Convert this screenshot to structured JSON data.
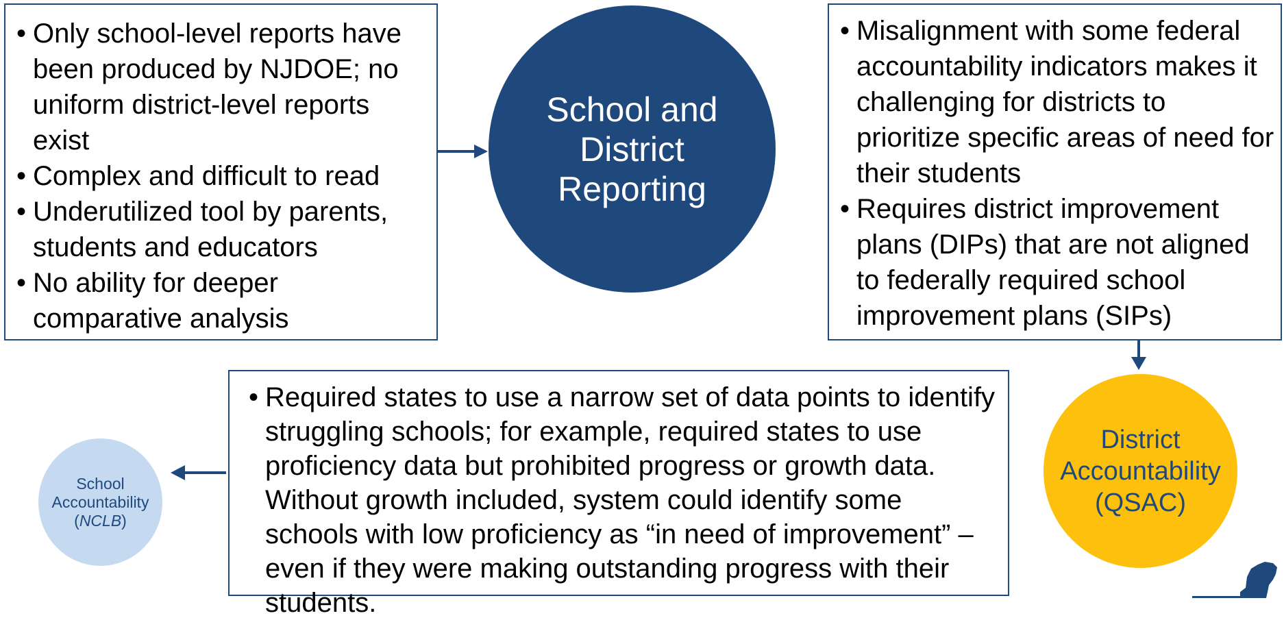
{
  "left_box": {
    "bullets": [
      "Only school-level reports have been produced by NJDOE; no uniform district-level reports exist",
      "Complex and difficult to read",
      "Underutilized tool by parents, students and educators",
      "No ability for deeper comparative analysis"
    ]
  },
  "right_box": {
    "bullets": [
      "Misalignment with some federal accountability indicators makes it challenging for districts to prioritize specific areas of need for their students",
      "Requires district improvement plans (DIPs) that are not aligned to federally required school improvement plans (SIPs)"
    ]
  },
  "bottom_box": {
    "bullets": [
      "Required states to use a narrow set of data points to identify struggling schools; for example, required states to use proficiency data but prohibited progress or growth data. Without growth included, system could identify some schools with low proficiency as “in need of improvement” – even if they were making outstanding progress with their students."
    ]
  },
  "circles": {
    "main": "School and District Reporting",
    "district": "District Accountability (QSAC)",
    "school": {
      "line1": "School",
      "line2": "Accountability",
      "paren_open": "(",
      "emphasis": "NCLB",
      "paren_close": ")"
    }
  },
  "colors": {
    "navy": "#1f497d",
    "gold": "#fdc10d",
    "light_blue": "#c5d9f1"
  },
  "icons": [
    "nj-state-silhouette-icon"
  ]
}
